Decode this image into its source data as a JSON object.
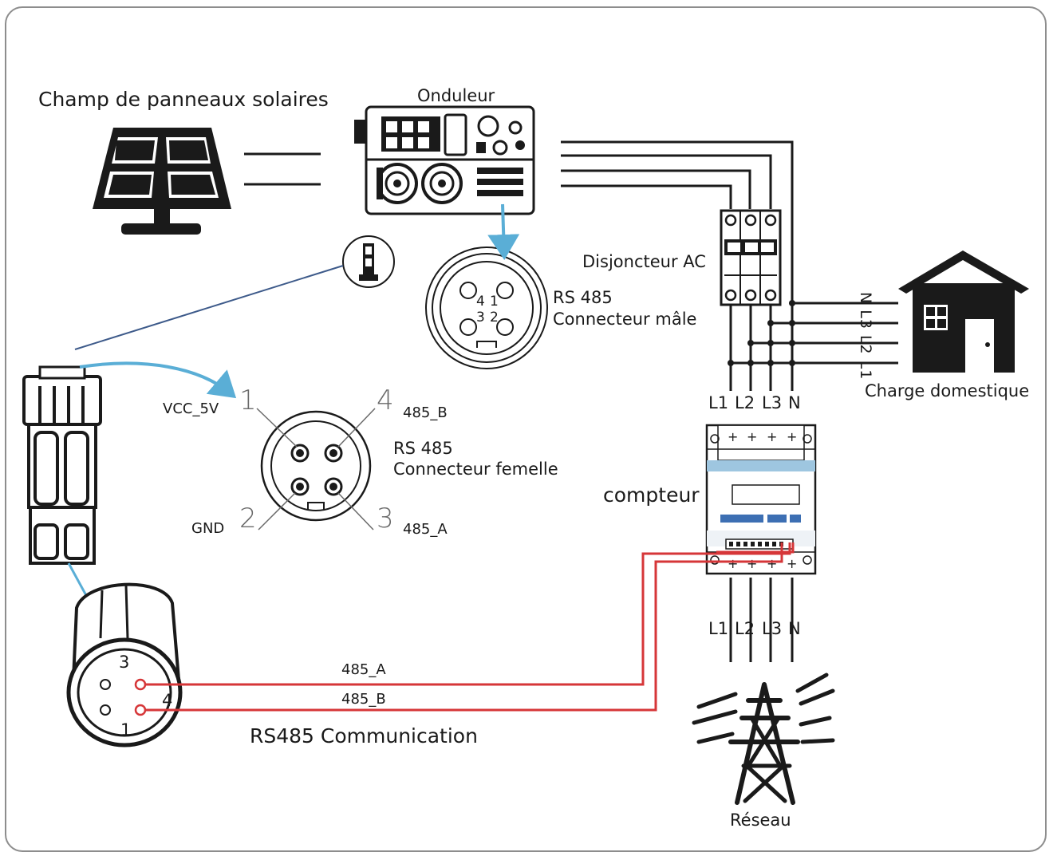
{
  "labels": {
    "solar_field": "Champ de panneaux solaires",
    "inverter": "Onduleur",
    "ac_breaker": "Disjoncteur AC",
    "rs485_male_line1": "RS 485",
    "rs485_male_line2": "Connecteur mâle",
    "rs485_female_line1": "RS 485",
    "rs485_female_line2": "Connecteur femelle",
    "vcc": "VCC_5V",
    "gnd": "GND",
    "b485": "485_B",
    "a485": "485_A",
    "meter": "compteur",
    "house_load": "Charge domestique",
    "grid": "Réseau",
    "communication": "RS485 Communication",
    "wire_a": "485_A",
    "wire_b": "485_B",
    "house_phases": "N L3 L2 L1"
  },
  "pins": {
    "female_1": "1",
    "female_2": "2",
    "female_3": "3",
    "female_4": "4",
    "plug_1": "1",
    "plug_3": "3",
    "plug_4": "4",
    "male_4": "4",
    "male_1": "1",
    "male_3": "3",
    "male_2": "2"
  },
  "phases_top": [
    "L1",
    "L2",
    "L3",
    "N"
  ],
  "phases_bottom": [
    "L1",
    "L2",
    "L3",
    "N"
  ],
  "colors": {
    "line": "#1a1a1a",
    "rs485_wire": "#d63638",
    "arrow": "#5aaed6",
    "frame": "#8d8d8d"
  }
}
